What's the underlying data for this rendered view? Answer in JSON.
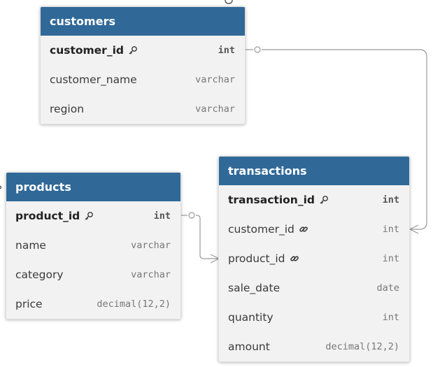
{
  "colors": {
    "header": "#306998",
    "body": "#f2f2f2",
    "connector": "#9a9a9a"
  },
  "tables": {
    "customers": {
      "title": "customers",
      "fields": [
        {
          "name": "customer_id",
          "type": "int",
          "key": "primary-key"
        },
        {
          "name": "customer_name",
          "type": "varchar"
        },
        {
          "name": "region",
          "type": "varchar"
        }
      ]
    },
    "products": {
      "title": "products",
      "fields": [
        {
          "name": "product_id",
          "type": "int",
          "key": "primary-key"
        },
        {
          "name": "name",
          "type": "varchar"
        },
        {
          "name": "category",
          "type": "varchar"
        },
        {
          "name": "price",
          "type": "decimal(12,2)"
        }
      ]
    },
    "transactions": {
      "title": "transactions",
      "fields": [
        {
          "name": "transaction_id",
          "type": "int",
          "key": "primary-key"
        },
        {
          "name": "customer_id",
          "type": "int",
          "key": "foreign-key"
        },
        {
          "name": "product_id",
          "type": "int",
          "key": "foreign-key"
        },
        {
          "name": "sale_date",
          "type": "date"
        },
        {
          "name": "quantity",
          "type": "int"
        },
        {
          "name": "amount",
          "type": "decimal(12,2)"
        }
      ]
    }
  },
  "relationships": [
    {
      "from": "customers.customer_id",
      "to": "transactions.customer_id",
      "cardinality": "one-to-many"
    },
    {
      "from": "products.product_id",
      "to": "transactions.product_id",
      "cardinality": "one-to-many"
    }
  ]
}
